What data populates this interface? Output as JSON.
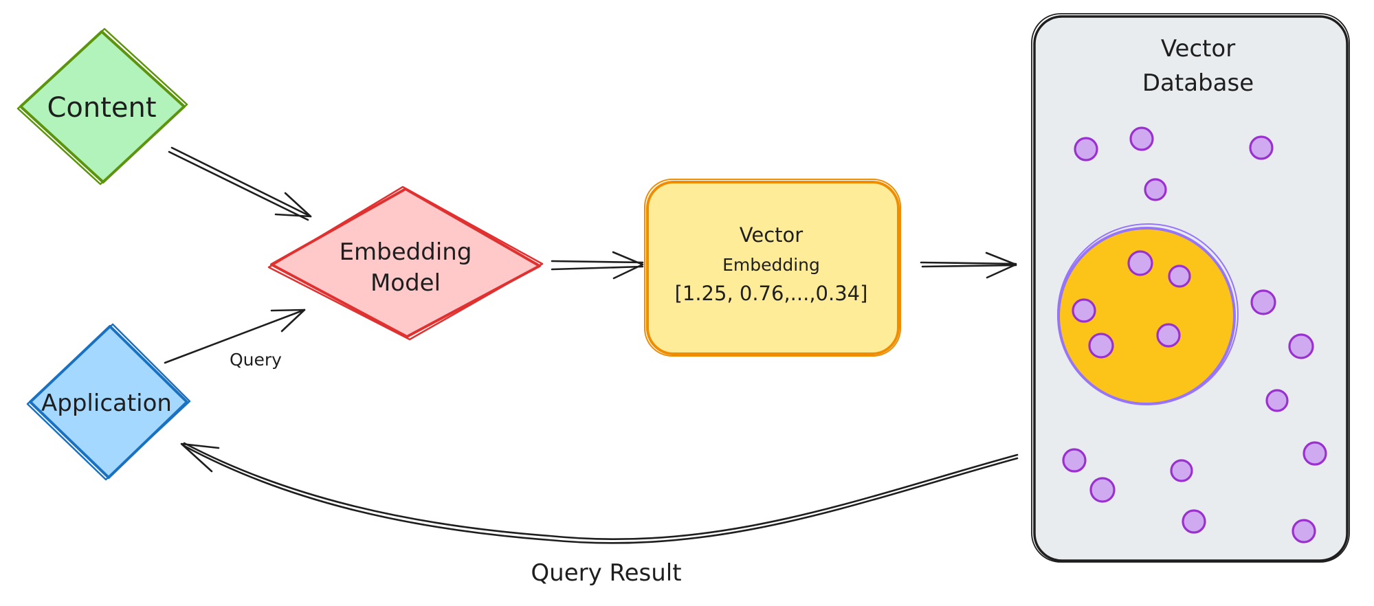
{
  "nodes": {
    "content": {
      "label": "Content",
      "fill": "#b2f2bb",
      "stroke": "#5c940d"
    },
    "application": {
      "label": "Application",
      "fill": "#a5d8ff",
      "stroke": "#1971c2"
    },
    "embedding_model": {
      "label_lines": [
        "Embedding",
        "Model"
      ],
      "fill": "#ffc9c9",
      "stroke": "#e03131"
    },
    "vector_embedding": {
      "label_lines": [
        "Vector",
        "Embedding",
        "[1.25, 0.76,...,0.34]"
      ],
      "fill": "#ffec99",
      "stroke": "#f08c00"
    },
    "vector_database": {
      "label_lines": [
        "Vector",
        "Database"
      ],
      "fill": "#e9ecef",
      "stroke": "#1e1e1e",
      "cluster_fill": "#fcc419",
      "cluster_stroke": "#9775fa",
      "point_fill": "#d0aaf0",
      "point_stroke": "#9b30d0"
    }
  },
  "edges": {
    "query": {
      "label": "Query"
    },
    "query_result": {
      "label": "Query Result"
    }
  }
}
